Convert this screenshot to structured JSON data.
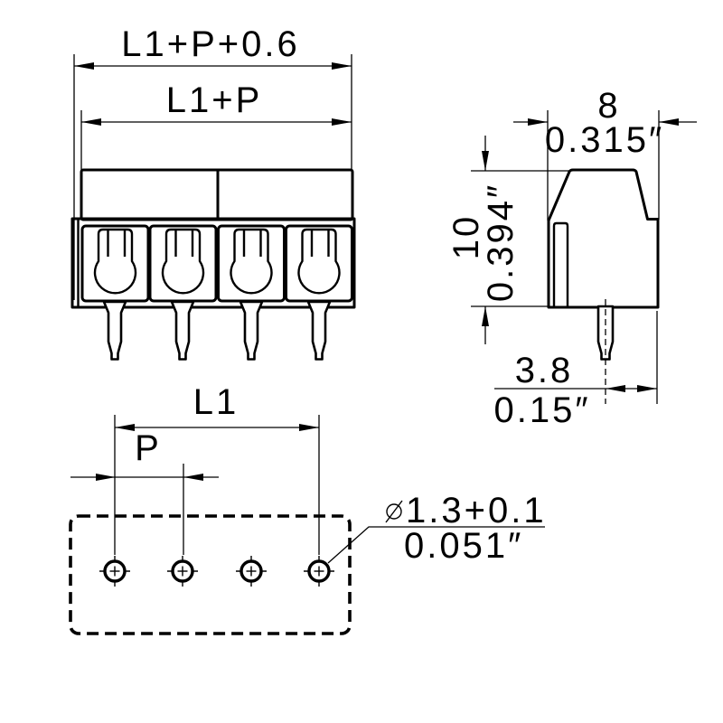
{
  "title": "terminal-block-technical-drawing",
  "views": {
    "front": {
      "dim_total_width": "L1+P+0.6",
      "dim_housing_width": "L1+P",
      "poles": 4
    },
    "side": {
      "dim_width_mm": "8",
      "dim_width_in": "0.315″",
      "dim_height_mm": "10",
      "dim_height_in": "0.394″",
      "dim_pin_to_edge_mm": "3.8",
      "dim_pin_to_edge_in": "0.15″"
    },
    "footprint": {
      "dim_span": "L1",
      "dim_pitch": "P",
      "diameter_symbol": "⌀",
      "hole_diameter_mm": "1.3+0.1",
      "hole_diameter_in": "0.051″",
      "pad_count": 4
    }
  },
  "colors": {
    "line": "#000000",
    "background": "#ffffff"
  }
}
